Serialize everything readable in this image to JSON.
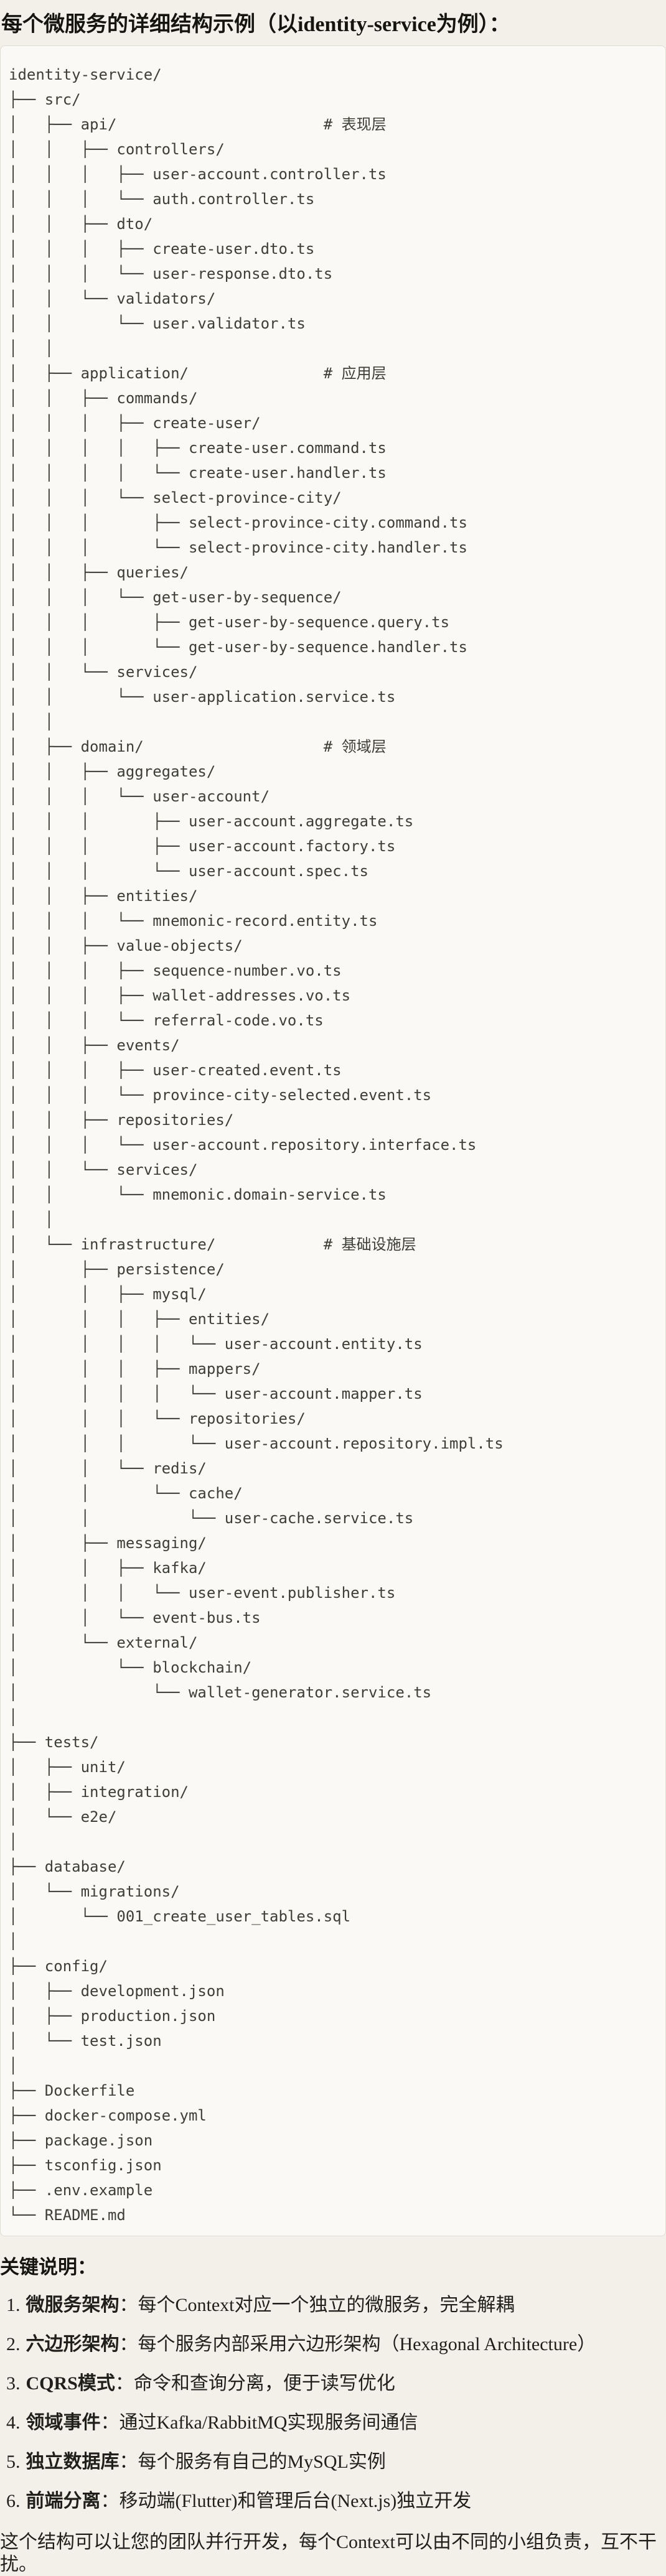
{
  "page": {
    "title": "每个微服务的详细结构示例（以identity-service为例）：",
    "colors": {
      "page_bg": "#f2f0e9",
      "code_bg": "#faf9f5",
      "code_border": "#dfdcd3",
      "code_text": "#3e3e39",
      "heading_text": "#15140f",
      "body_text": "#201f1b"
    },
    "tree_lines": [
      "identity-service/",
      "├── src/",
      "│   ├── api/                       # 表现层",
      "│   │   ├── controllers/",
      "│   │   │   ├── user-account.controller.ts",
      "│   │   │   └── auth.controller.ts",
      "│   │   ├── dto/",
      "│   │   │   ├── create-user.dto.ts",
      "│   │   │   └── user-response.dto.ts",
      "│   │   └── validators/",
      "│   │       └── user.validator.ts",
      "│   │",
      "│   ├── application/               # 应用层",
      "│   │   ├── commands/",
      "│   │   │   ├── create-user/",
      "│   │   │   │   ├── create-user.command.ts",
      "│   │   │   │   └── create-user.handler.ts",
      "│   │   │   └── select-province-city/",
      "│   │   │       ├── select-province-city.command.ts",
      "│   │   │       └── select-province-city.handler.ts",
      "│   │   ├── queries/",
      "│   │   │   └── get-user-by-sequence/",
      "│   │   │       ├── get-user-by-sequence.query.ts",
      "│   │   │       └── get-user-by-sequence.handler.ts",
      "│   │   └── services/",
      "│   │       └── user-application.service.ts",
      "│   │",
      "│   ├── domain/                    # 领域层",
      "│   │   ├── aggregates/",
      "│   │   │   └── user-account/",
      "│   │   │       ├── user-account.aggregate.ts",
      "│   │   │       ├── user-account.factory.ts",
      "│   │   │       └── user-account.spec.ts",
      "│   │   ├── entities/",
      "│   │   │   └── mnemonic-record.entity.ts",
      "│   │   ├── value-objects/",
      "│   │   │   ├── sequence-number.vo.ts",
      "│   │   │   ├── wallet-addresses.vo.ts",
      "│   │   │   └── referral-code.vo.ts",
      "│   │   ├── events/",
      "│   │   │   ├── user-created.event.ts",
      "│   │   │   └── province-city-selected.event.ts",
      "│   │   ├── repositories/",
      "│   │   │   └── user-account.repository.interface.ts",
      "│   │   └── services/",
      "│   │       └── mnemonic.domain-service.ts",
      "│   │",
      "│   └── infrastructure/            # 基础设施层",
      "│       ├── persistence/",
      "│       │   ├── mysql/",
      "│       │   │   ├── entities/",
      "│       │   │   │   └── user-account.entity.ts",
      "│       │   │   ├── mappers/",
      "│       │   │   │   └── user-account.mapper.ts",
      "│       │   │   └── repositories/",
      "│       │   │       └── user-account.repository.impl.ts",
      "│       │   └── redis/",
      "│       │       └── cache/",
      "│       │           └── user-cache.service.ts",
      "│       ├── messaging/",
      "│       │   ├── kafka/",
      "│       │   │   └── user-event.publisher.ts",
      "│       │   └── event-bus.ts",
      "│       └── external/",
      "│           └── blockchain/",
      "│               └── wallet-generator.service.ts",
      "│",
      "├── tests/",
      "│   ├── unit/",
      "│   ├── integration/",
      "│   └── e2e/",
      "│",
      "├── database/",
      "│   └── migrations/",
      "│       └── 001_create_user_tables.sql",
      "│",
      "├── config/",
      "│   ├── development.json",
      "│   ├── production.json",
      "│   └── test.json",
      "│",
      "├── Dockerfile",
      "├── docker-compose.yml",
      "├── package.json",
      "├── tsconfig.json",
      "├── .env.example",
      "└── README.md"
    ],
    "notes": {
      "heading": "关键说明：",
      "items": [
        {
          "num": "1.",
          "term": "微服务架构",
          "text": "：每个Context对应一个独立的微服务，完全解耦"
        },
        {
          "num": "2.",
          "term": "六边形架构",
          "text": "：每个服务内部采用六边形架构（Hexagonal Architecture）"
        },
        {
          "num": "3.",
          "term": "CQRS模式",
          "text": "：命令和查询分离，便于读写优化"
        },
        {
          "num": "4.",
          "term": "领域事件",
          "text": "：通过Kafka/RabbitMQ实现服务间通信"
        },
        {
          "num": "5.",
          "term": "独立数据库",
          "text": "：每个服务有自己的MySQL实例"
        },
        {
          "num": "6.",
          "term": "前端分离",
          "text": "：移动端(Flutter)和管理后台(Next.js)独立开发"
        }
      ],
      "footer": "这个结构可以让您的团队并行开发，每个Context可以由不同的小组负责，互不干扰。"
    }
  }
}
